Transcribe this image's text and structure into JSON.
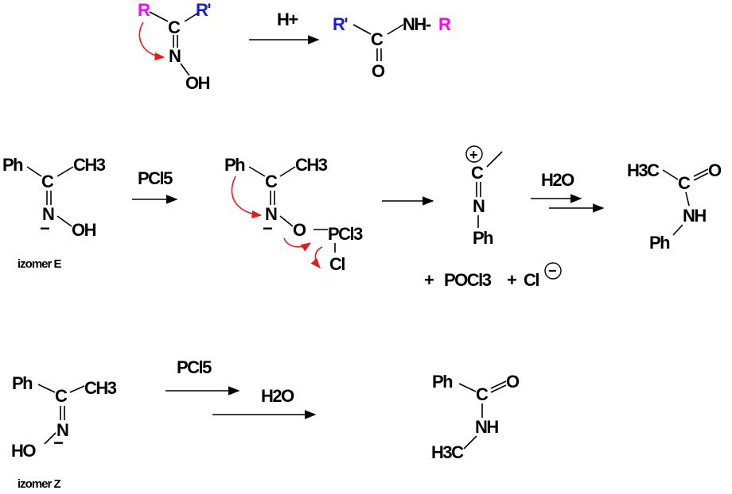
{
  "colors": {
    "ink": "#000000",
    "r_group": "#ff00ff",
    "r_prime_group": "#1a1adb",
    "electron_arrow": "#e21b1b"
  },
  "general": {
    "reactant": {
      "r": "R",
      "r_prime": "R'",
      "c": "C",
      "n": "N",
      "oh": "OH"
    },
    "reagent": "H+",
    "product": {
      "r_prime": "R'",
      "c": "C",
      "nh": "NH-",
      "r": "R",
      "o": "O"
    }
  },
  "e_isomer": {
    "molecule": {
      "ph": "Ph",
      "c": "C",
      "ch3": "CH3",
      "n": "N",
      "oh": "OH",
      "minus": "−"
    },
    "caption": "izomer E",
    "reagent": "PCl5",
    "activated": {
      "ph": "Ph",
      "c": "C",
      "ch3": "CH3",
      "n": "N",
      "minus": "−",
      "o": "O",
      "pcl3": "PCl3",
      "cl": "Cl"
    },
    "nitrilium": {
      "plus": "+",
      "c": "C",
      "n": "N",
      "ph": "Ph"
    },
    "byproducts": {
      "plus1": "+",
      "pocl3": "POCl3",
      "plus2": "+",
      "cl": "Cl",
      "minus": "−"
    },
    "reagent2": "H2O",
    "product": {
      "h3c": "H3C",
      "c": "C",
      "o": "O",
      "nh": "NH",
      "ph": "Ph"
    }
  },
  "z_isomer": {
    "molecule": {
      "ph": "Ph",
      "c": "C",
      "ch3": "CH3",
      "n": "N",
      "ho": "HO",
      "minus": "−"
    },
    "caption": "izomer Z",
    "reagent1": "PCl5",
    "reagent2": "H2O",
    "product": {
      "ph": "Ph",
      "c": "C",
      "o": "O",
      "nh": "NH",
      "h3c": "H3C"
    }
  }
}
